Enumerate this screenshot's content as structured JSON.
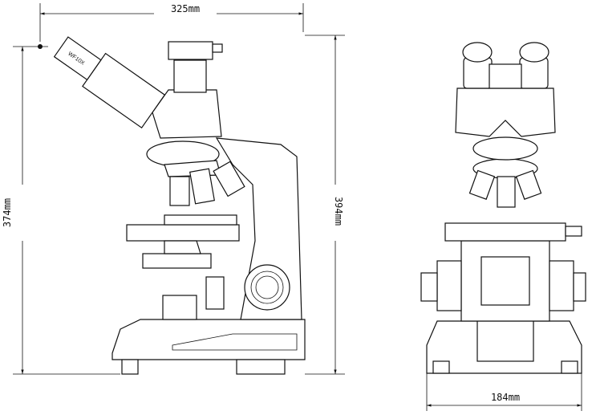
{
  "dimensions": {
    "width_side": "325mm",
    "height_total": "374mm",
    "height_body": "394mm",
    "width_front": "184mm"
  },
  "eyepiece_label": "WF10X",
  "views": [
    "side-view",
    "front-view"
  ]
}
